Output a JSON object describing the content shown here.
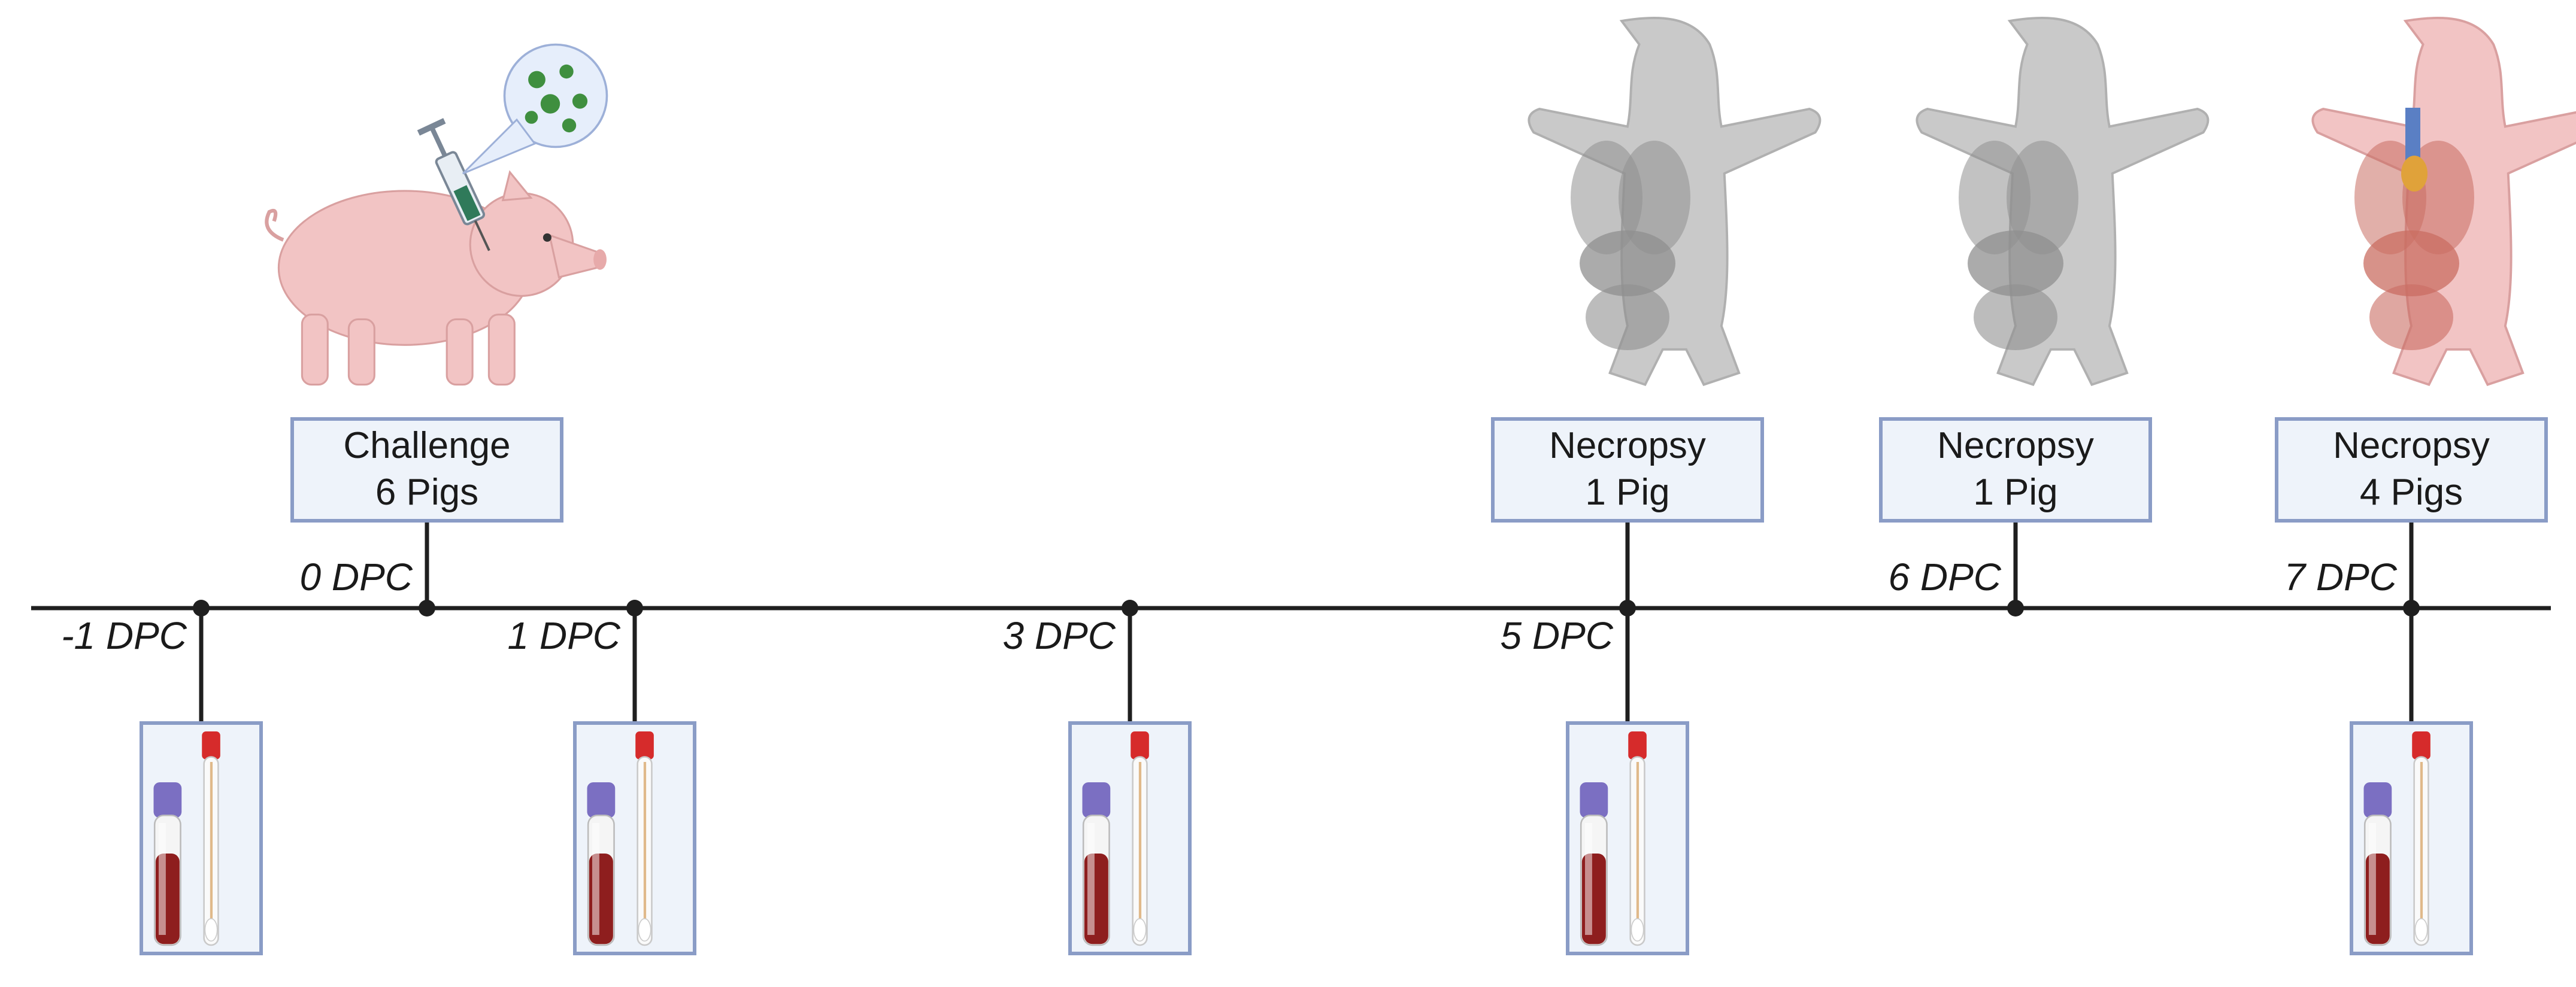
{
  "timepoints": [
    {
      "label": "-1 DPC",
      "sample": true
    },
    {
      "label": "0 DPC",
      "event": {
        "line1": "Challenge",
        "line2": "6 Pigs"
      }
    },
    {
      "label": "1 DPC",
      "sample": true
    },
    {
      "label": "3 DPC",
      "sample": true
    },
    {
      "label": "5 DPC",
      "sample": true,
      "event": {
        "line1": "Necropsy",
        "line2": "1 Pig"
      }
    },
    {
      "label": "6 DPC",
      "event": {
        "line1": "Necropsy",
        "line2": "1 Pig"
      }
    },
    {
      "label": "7 DPC",
      "sample": true,
      "event": {
        "line1": "Necropsy",
        "line2": "4 Pigs"
      }
    }
  ],
  "colors": {
    "box_fill": "#eef3fa",
    "box_border": "#8a9cc6",
    "axis": "#1f1f1f",
    "pig_skin": "#f2c4c4",
    "necropsy_gray": "#c9c9c9",
    "blood": "#8e1e1e",
    "tube_cap_purple": "#7b6fc2",
    "swab_cap_red": "#d62b2b",
    "virus_green": "#3f8f3f"
  },
  "icons": {
    "challenge": "pig-with-syringe-icon",
    "necropsy": "pig-anatomy-icon",
    "sample": "blood-tube-and-swab-icon"
  }
}
